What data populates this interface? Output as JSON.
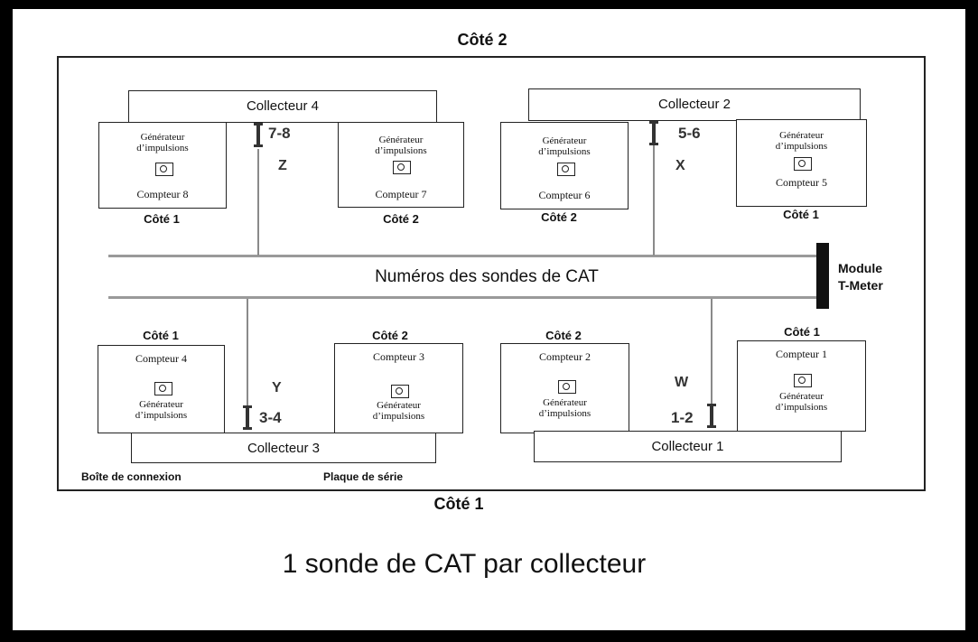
{
  "labels": {
    "side_top": "Côté 2",
    "side_bottom": "Côté 1",
    "bus": "Numéros des sondes de CAT",
    "module_line1": "Module",
    "module_line2": "T-Meter",
    "caption": "1 sonde de CAT par collecteur",
    "junction_box": "Boîte de connexion",
    "serial_plate": "Plaque de série",
    "generator_line1": "Générateur",
    "generator_line2": "d’impulsions"
  },
  "collectors": {
    "c4": "Collecteur 4",
    "c2": "Collecteur 2",
    "c3": "Collecteur 3",
    "c1": "Collecteur 1"
  },
  "meters": {
    "m8": "Compteur 8",
    "m7": "Compteur 7",
    "m6": "Compteur 6",
    "m5": "Compteur 5",
    "m4": "Compteur 4",
    "m3": "Compteur 3",
    "m2": "Compteur 2",
    "m1": "Compteur 1"
  },
  "meter_sides": {
    "m8": "Côté 1",
    "m7": "Côté 2",
    "m6": "Côté 2",
    "m5": "Côté 1",
    "m4": "Côté 1",
    "m3": "Côté 2",
    "m2": "Côté 2",
    "m1": "Côté 1"
  },
  "probes": {
    "z": {
      "numbers": "7-8",
      "letter": "Z"
    },
    "x": {
      "numbers": "5-6",
      "letter": "X"
    },
    "y": {
      "numbers": "3-4",
      "letter": "Y"
    },
    "w": {
      "numbers": "1-2",
      "letter": "W"
    }
  }
}
